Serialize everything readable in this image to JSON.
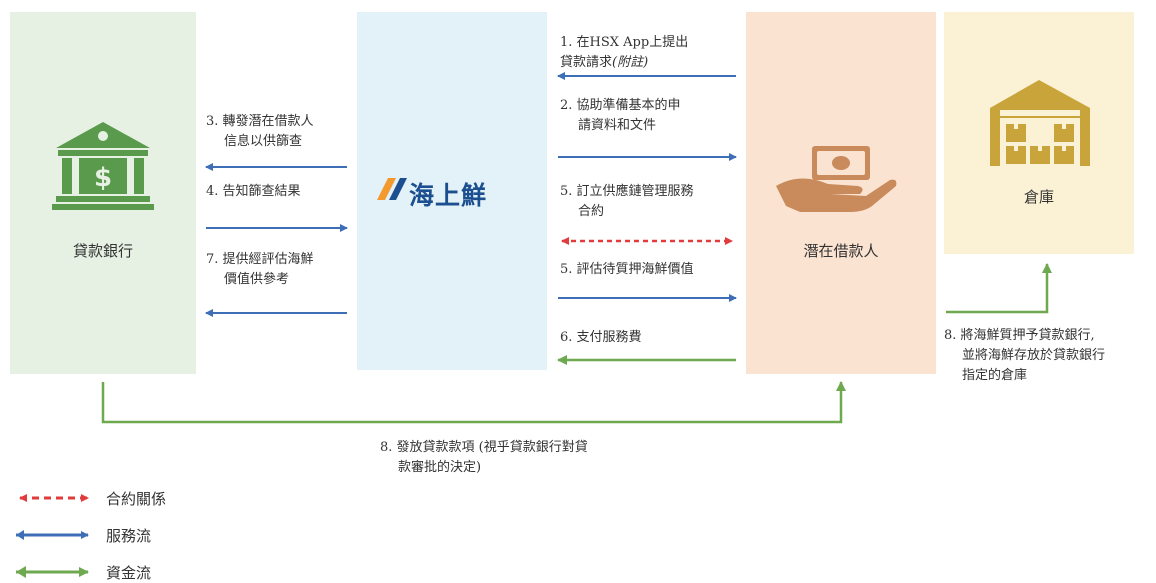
{
  "nodes": {
    "bank": "貸款銀行",
    "hsx_logo_text": "海上鮮",
    "borrower": "潛在借款人",
    "warehouse": "倉庫"
  },
  "steps": {
    "s1": "1. 在HSX App上提出",
    "s1b_prefix": "貸款請求",
    "s1b_note": "(附註)",
    "s2a": "2. 協助準備基本的申",
    "s2b": "請資料和文件",
    "s3a": "3. 轉發潛在借款人",
    "s3b": "信息以供篩查",
    "s4": "4. 告知篩查結果",
    "s5a": "5. 訂立供應鏈管理服務",
    "s5b": "合約",
    "s5c": "5. 評估待質押海鮮價值",
    "s6": "6. 支付服務費",
    "s7a": "7. 提供經評估海鮮",
    "s7b": "價值供參考",
    "s8a": "8. 將海鮮質押予貸款銀行,",
    "s8b": "並將海鮮存放於貸款銀行",
    "s8c": "指定的倉庫",
    "s8d": "8. 發放貸款款項 (視乎貸款銀行對貸",
    "s8e": "款審批的決定)"
  },
  "legend": [
    {
      "label": "合約關係",
      "color": "#e23b3b",
      "style": "dashed"
    },
    {
      "label": "服務流",
      "color": "#3e6fb6",
      "style": "solid"
    },
    {
      "label": "資金流",
      "color": "#6ea84f",
      "style": "solid"
    }
  ],
  "colors": {
    "service": "#3e6fb6",
    "fund": "#6ea84f",
    "contract": "#e23b3b",
    "bank_icon": "#5a9a4c",
    "hand_icon": "#c98a5c",
    "warehouse_icon": "#c9a43a"
  }
}
